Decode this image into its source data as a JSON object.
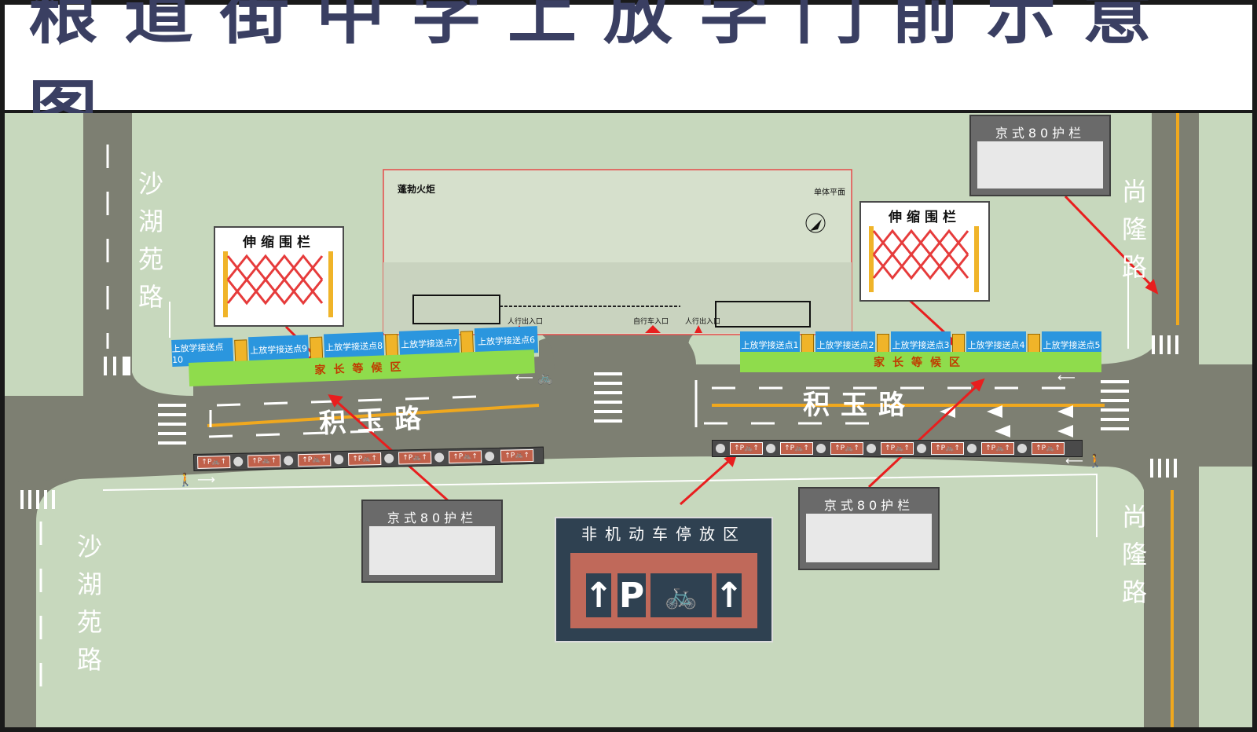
{
  "title": "粮道街中学上放学门前示意图",
  "roads": {
    "shahu_left_top": "沙湖苑路",
    "shahu_left_bottom": "沙湖苑路",
    "shanglong_right_top": "尚隆路",
    "shanglong_right_bottom": "尚隆路",
    "jiyu_left": "积玉路",
    "jiyu_right": "积玉路"
  },
  "building": {
    "name": "蓬勃火炬",
    "plan_label": "单体平面",
    "entrances": [
      "人行出入口",
      "自行车入口",
      "人行出入口"
    ]
  },
  "signs": {
    "telescopic_fence": "伸缩围栏",
    "jingshi_fence": "京式80护栏",
    "parking_area": "非机动车停放区"
  },
  "pickup_points_left": [
    "上放学接送点10",
    "上放学接送点9",
    "上放学接送点8",
    "上放学接送点7",
    "上放学接送点6"
  ],
  "pickup_points_right": [
    "上放学接送点1",
    "上放学接送点2",
    "上放学接送点3",
    "上放学接送点4",
    "上放学接送点5"
  ],
  "waiting_area": "家长等候区",
  "colors": {
    "grass": "#c7d8bd",
    "road": "#7d7f72",
    "pickup": "#2b96de",
    "waiting": "#8fdc4c",
    "arrow": "#e81e1e",
    "lane_yellow": "#f0a81e",
    "title": "#3a3f62"
  }
}
